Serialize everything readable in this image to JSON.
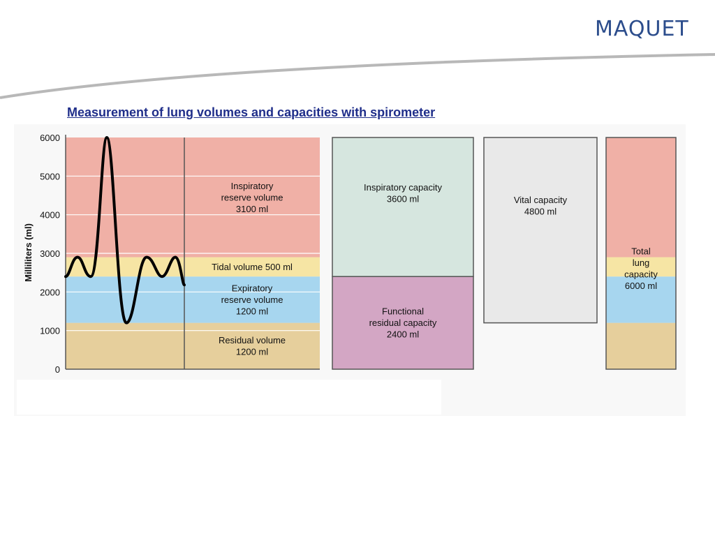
{
  "brand": {
    "logo_text": "MAQUET"
  },
  "slide": {
    "title": "Measurement of lung volumes and capacities with spirometer"
  },
  "chart_data": {
    "type": "stacked-bar",
    "ylabel": "Milliliters (ml)",
    "ylim": [
      0,
      6000
    ],
    "yticks": [
      0,
      1000,
      2000,
      3000,
      4000,
      5000,
      6000
    ],
    "ytick_labels": [
      "0",
      "1000",
      "2000",
      "3000",
      "4000",
      "5000",
      "6000"
    ],
    "gridlines": true,
    "volumes": [
      {
        "name": "Residual volume",
        "lines": [
          "Residual volume",
          "1200 ml"
        ],
        "value": 1200,
        "from": 0,
        "to": 1200,
        "color": "#e6cf9c"
      },
      {
        "name": "Expiratory reserve volume",
        "lines": [
          "Expiratory",
          "reserve volume",
          "1200 ml"
        ],
        "value": 1200,
        "from": 1200,
        "to": 2400,
        "color": "#a7d6ef"
      },
      {
        "name": "Tidal volume",
        "lines": [
          "Tidal volume 500 ml"
        ],
        "value": 500,
        "from": 2400,
        "to": 2900,
        "color": "#f6e5a4"
      },
      {
        "name": "Inspiratory reserve volume",
        "lines": [
          "Inspiratory",
          "reserve volume",
          "3100 ml"
        ],
        "value": 3100,
        "from": 2900,
        "to": 6000,
        "color": "#f0b0a6"
      }
    ],
    "capacities": [
      {
        "name": "Functional residual capacity",
        "lines": [
          "Functional",
          "residual capacity",
          "2400 ml"
        ],
        "value": 2400,
        "from": 0,
        "to": 2400,
        "color": "#d3a6c4"
      },
      {
        "name": "Inspiratory capacity",
        "lines": [
          "Inspiratory capacity",
          "3600 ml"
        ],
        "value": 3600,
        "from": 2400,
        "to": 6000,
        "color": "#d6e6df"
      },
      {
        "name": "Vital capacity",
        "lines": [
          "Vital capacity",
          "4800 ml"
        ],
        "value": 4800,
        "from": 1200,
        "to": 6000,
        "color": "#e9e9e9"
      },
      {
        "name": "Total lung capacity",
        "lines": [
          "Total",
          "lung",
          "capacity",
          "6000 ml"
        ],
        "value": 6000,
        "from": 0,
        "to": 6000
      }
    ],
    "spirogram": {
      "series": "lung volume trace",
      "baseline": 2400,
      "tidal_peak": 2900,
      "max_inspiration": 6000,
      "max_expiration": 1200
    },
    "colors": {
      "trace": "#000000",
      "frame": "#555555",
      "grid": "#ffffff"
    }
  }
}
